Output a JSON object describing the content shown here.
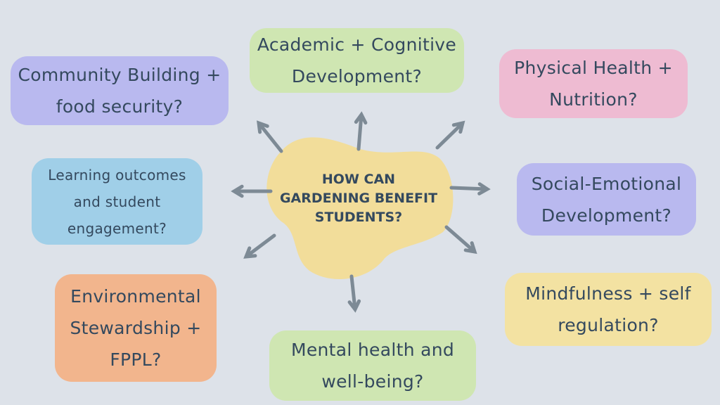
{
  "center": {
    "lines": [
      "HOW CAN",
      "GARDENING BENEFIT",
      "STUDENTS?"
    ]
  },
  "topics": [
    {
      "lines": [
        "Community Building +",
        "food security?"
      ],
      "color": "#b9b9ef"
    },
    {
      "lines": [
        "Academic + Cognitive",
        "Development?"
      ],
      "color": "#cfe6b2"
    },
    {
      "lines": [
        "Physical Health +",
        "Nutrition?"
      ],
      "color": "#eebbd2"
    },
    {
      "lines": [
        "Learning outcomes",
        "and student",
        "engagement?"
      ],
      "color": "#a0cfe8"
    },
    {
      "lines": [
        "Social-Emotional",
        "Development?"
      ],
      "color": "#b9b9ef"
    },
    {
      "lines": [
        "Environmental",
        "Stewardship +",
        "FPPL?"
      ],
      "color": "#f2b58d"
    },
    {
      "lines": [
        "Mindfulness + self",
        "regulation?"
      ],
      "color": "#f3e2a2"
    },
    {
      "lines": [
        "Mental health and",
        "well-being?"
      ],
      "color": "#cfe6b2"
    }
  ],
  "colors": {
    "background": "#dde2e9",
    "blob": "#f2dd9a",
    "arrow": "#7d8a95",
    "text": "#34495e"
  }
}
